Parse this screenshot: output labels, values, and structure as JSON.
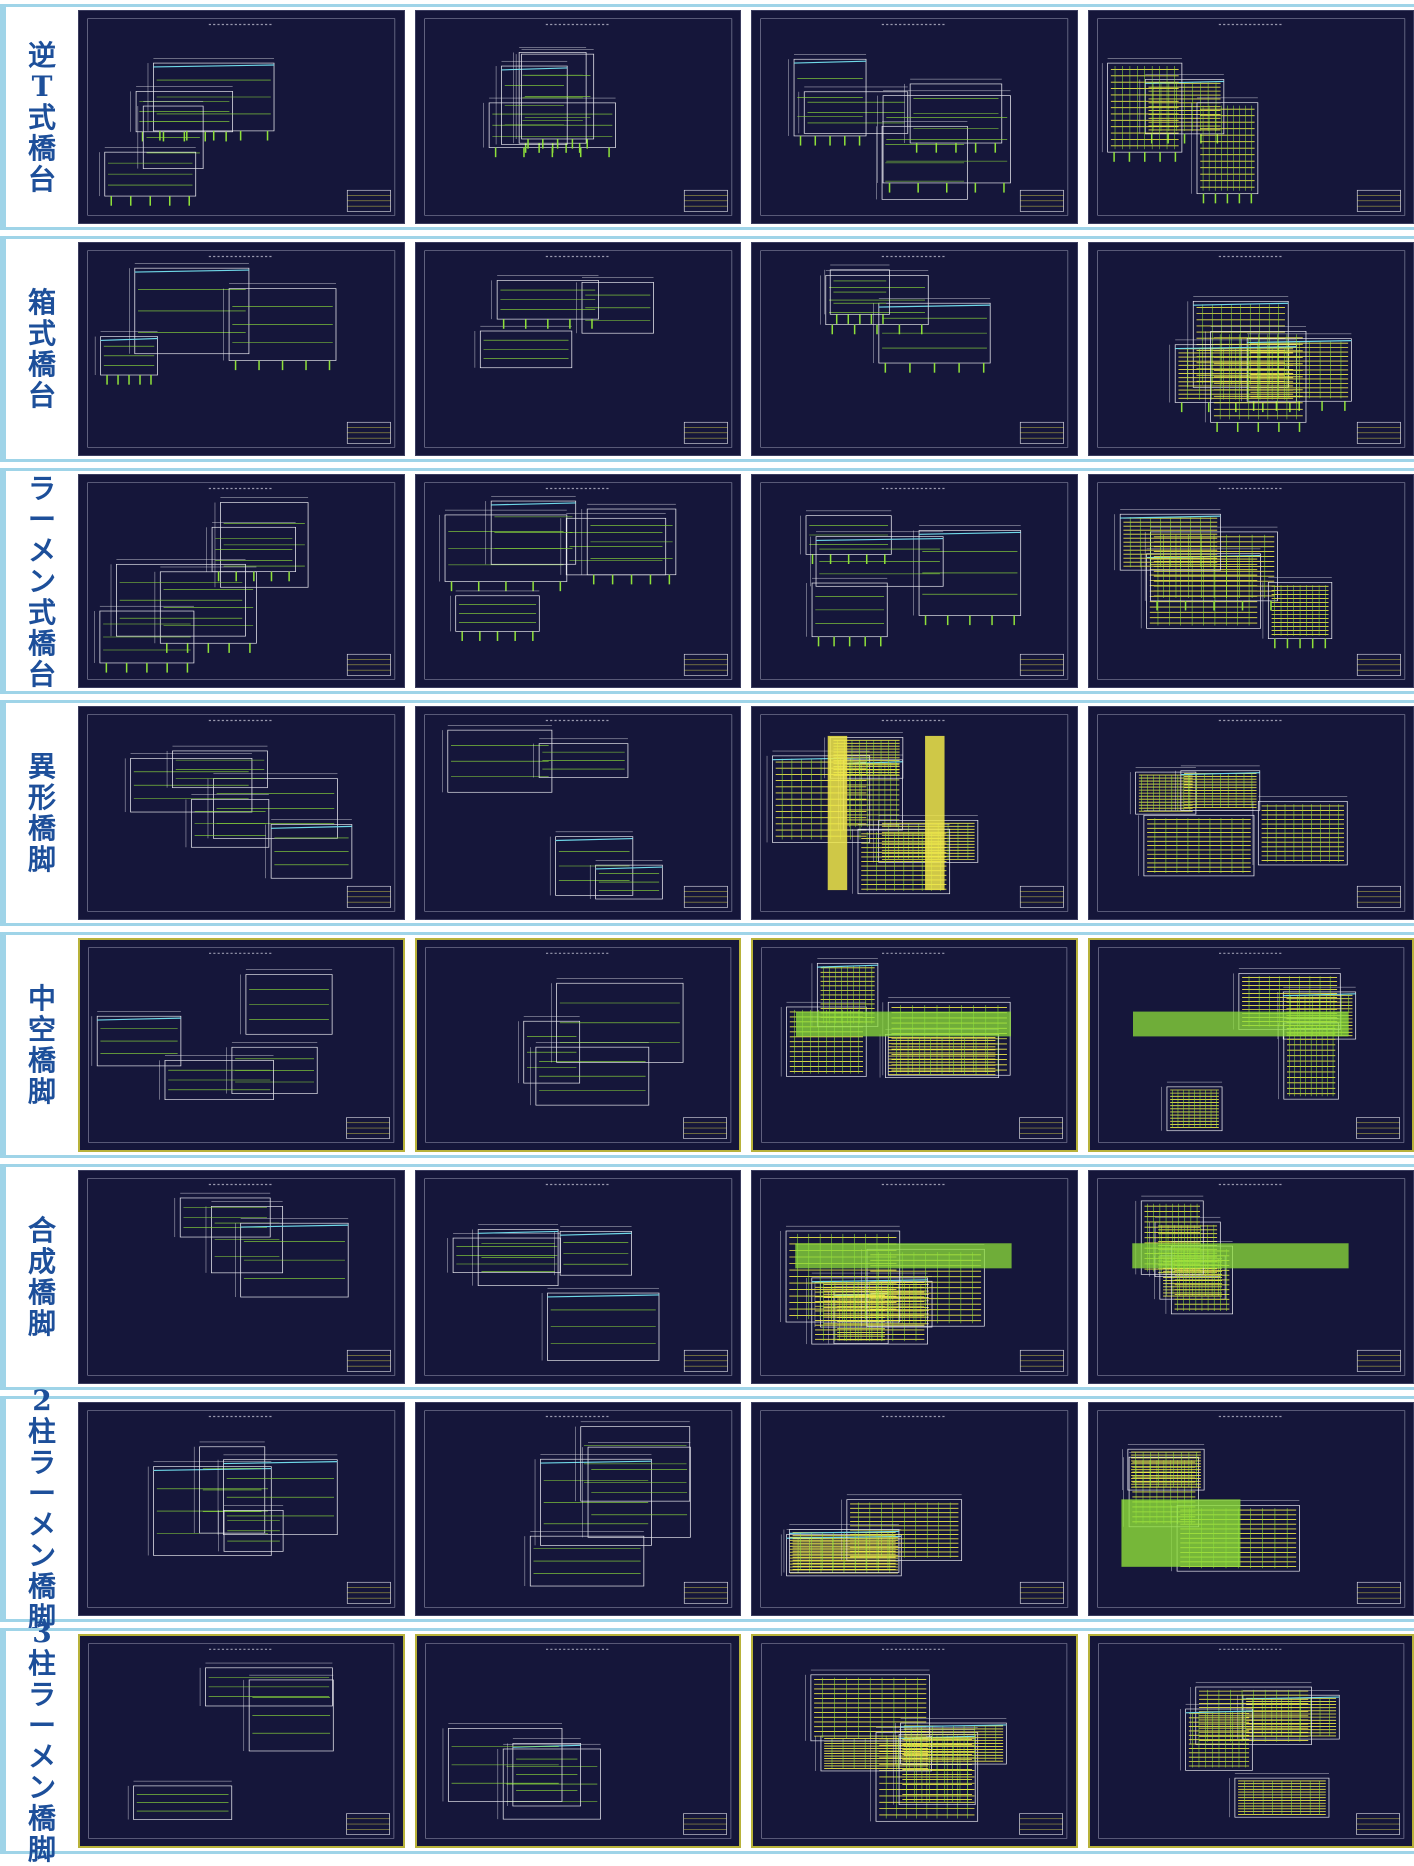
{
  "rows": [
    {
      "label": [
        "逆",
        "T",
        "式",
        "橋",
        "台"
      ]
    },
    {
      "label": [
        "箱",
        "式",
        "橋",
        "台"
      ]
    },
    {
      "label": [
        "ラ",
        "ー",
        "メ",
        "ン",
        "式",
        "橋",
        "台"
      ]
    },
    {
      "label": [
        "異",
        "形",
        "橋",
        "脚"
      ]
    },
    {
      "label": [
        "中",
        "空",
        "橋",
        "脚"
      ]
    },
    {
      "label": [
        "合",
        "成",
        "橋",
        "脚"
      ]
    },
    {
      "label": [
        "2",
        "柱",
        "ラ",
        "ー",
        "メ",
        "ン",
        "橋",
        "脚"
      ]
    },
    {
      "label": [
        "3",
        "柱",
        "ラ",
        "ー",
        "メ",
        "ン",
        "橋",
        "脚"
      ]
    }
  ],
  "colors": {
    "panel_bg": "#15163a",
    "line_white": "#e8e8ee",
    "line_green": "#8ee03a",
    "line_yellow": "#f0e84a",
    "line_cyan": "#6fd8e8",
    "label_text": "#1d4f9a",
    "row_border": "#9fd4e8"
  }
}
